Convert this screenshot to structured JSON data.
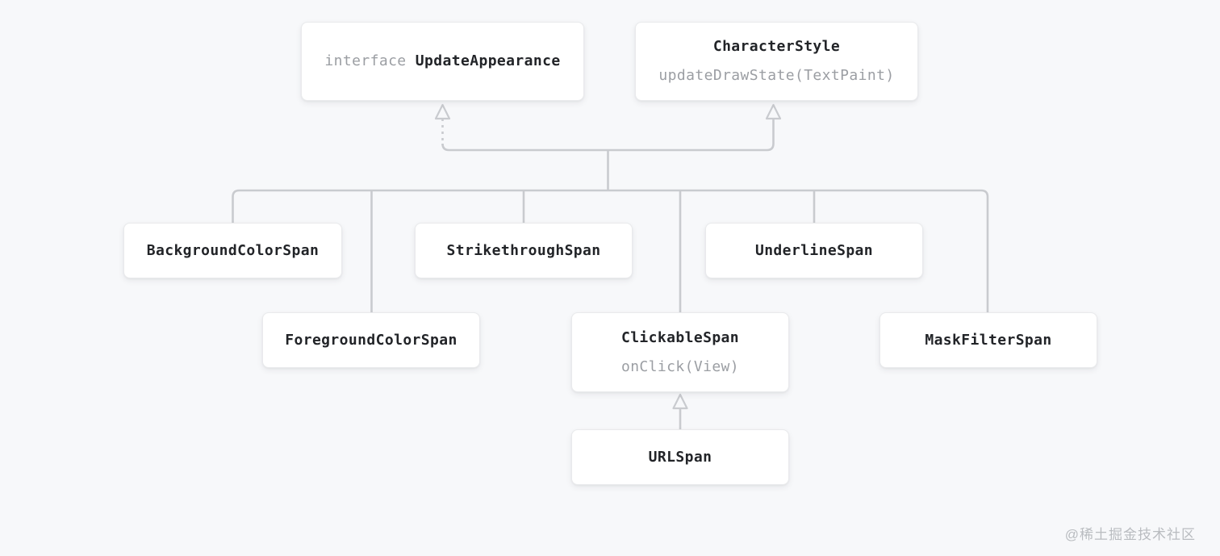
{
  "colors": {
    "background": "#f7f8fa",
    "box_bg": "#ffffff",
    "box_border": "#e9eaec",
    "line": "#c9cbcf",
    "title_text": "#222428",
    "muted_text": "#9b9ea3",
    "watermark_text": "#b9bcc0"
  },
  "diagram": {
    "type": "class-hierarchy",
    "nodes": {
      "update_appearance": {
        "prefix": "interface",
        "title": "UpdateAppearance"
      },
      "character_style": {
        "title": "CharacterStyle",
        "subtitle": "updateDrawState(TextPaint)"
      },
      "background_color_span": {
        "title": "BackgroundColorSpan"
      },
      "strikethrough_span": {
        "title": "StrikethroughSpan"
      },
      "underline_span": {
        "title": "UnderlineSpan"
      },
      "foreground_color_span": {
        "title": "ForegroundColorSpan"
      },
      "clickable_span": {
        "title": "ClickableSpan",
        "subtitle": "onClick(View)"
      },
      "mask_filter_span": {
        "title": "MaskFilterSpan"
      },
      "url_span": {
        "title": "URLSpan"
      }
    },
    "edges": [
      {
        "from": "span-subclasses",
        "to": "update_appearance",
        "style": "dashed-hollow-arrow"
      },
      {
        "from": "span-subclasses",
        "to": "character_style",
        "style": "solid-hollow-arrow"
      },
      {
        "from": "url_span",
        "to": "clickable_span",
        "style": "solid-hollow-arrow"
      }
    ],
    "watermark": "@稀土掘金技术社区"
  }
}
